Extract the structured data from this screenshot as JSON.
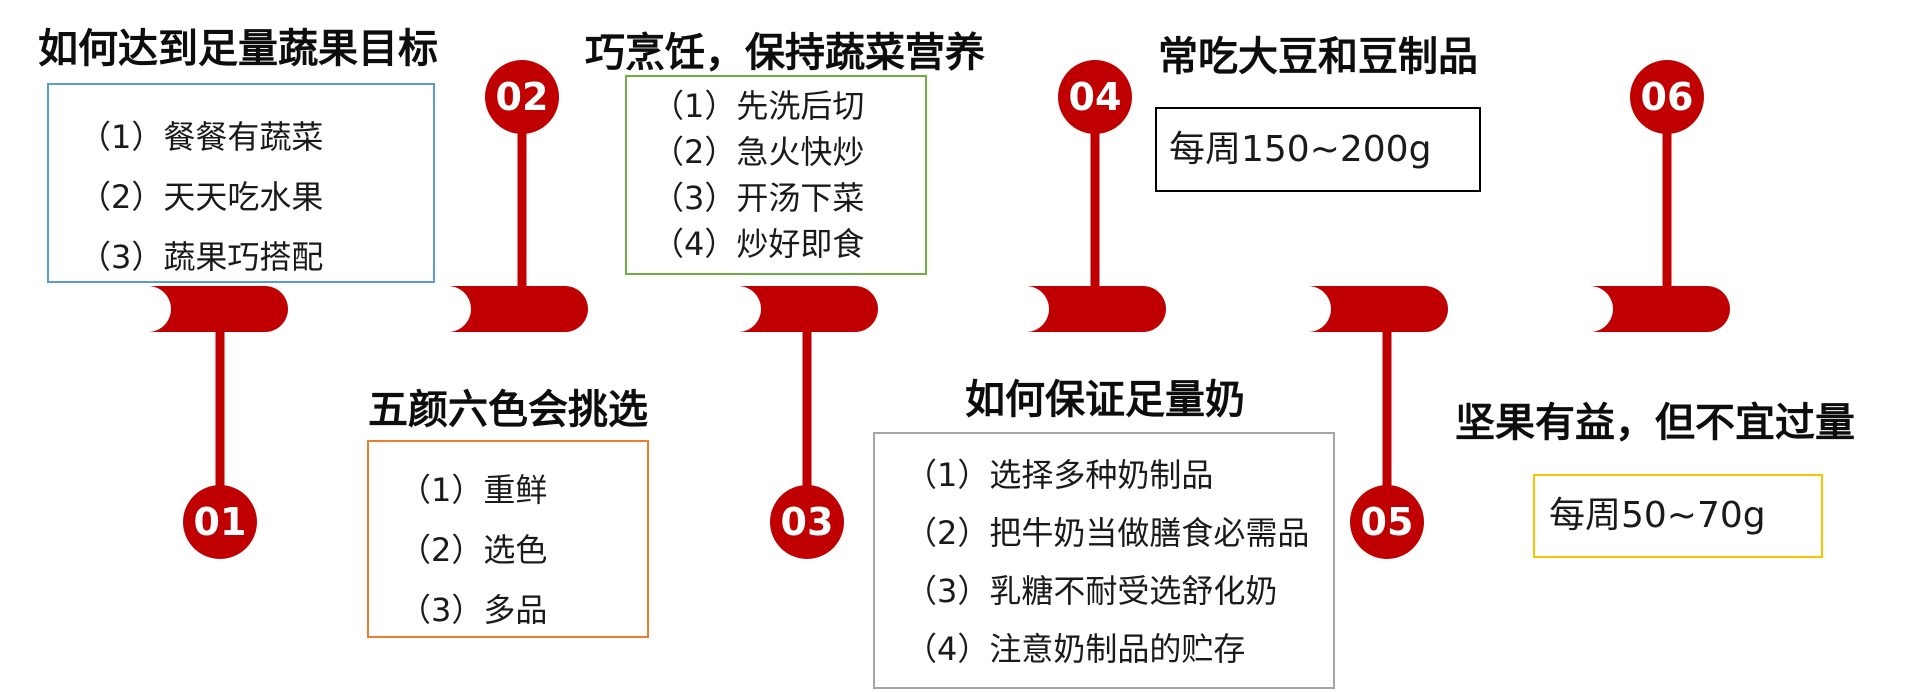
{
  "colors": {
    "accent": "#c00000",
    "box1_border": "#5b9bd5",
    "box2_border": "#ed7d31",
    "box3_border": "#70ad47",
    "box4_border": "#000000",
    "box5_border": "#a6a6a6",
    "box6_border": "#ffc000"
  },
  "steps": [
    {
      "number": "01",
      "title": "如何达到足量蔬果目标",
      "items": [
        "（1）餐餐有蔬菜",
        "（2）天天吃水果",
        "（3）蔬果巧搭配"
      ]
    },
    {
      "number": "02",
      "title": "五颜六色会挑选",
      "items": [
        "（1）重鲜",
        "（2）选色",
        "（3）多品"
      ]
    },
    {
      "number": "03",
      "title": "巧烹饪，保持蔬菜营养",
      "items": [
        "（1）先洗后切",
        "（2）急火快炒",
        "（3）开汤下菜",
        "（4）炒好即食"
      ]
    },
    {
      "number": "04",
      "title": "常吃大豆和豆制品",
      "text": "每周150~200g"
    },
    {
      "number": "05",
      "title": "如何保证足量奶",
      "items": [
        "（1）选择多种奶制品",
        "（2）把牛奶当做膳食必需品",
        "（3）乳糖不耐受选舒化奶",
        "（4）注意奶制品的贮存"
      ]
    },
    {
      "number": "06",
      "title": "坚果有益，但不宜过量",
      "text": "每周50~70g"
    }
  ]
}
